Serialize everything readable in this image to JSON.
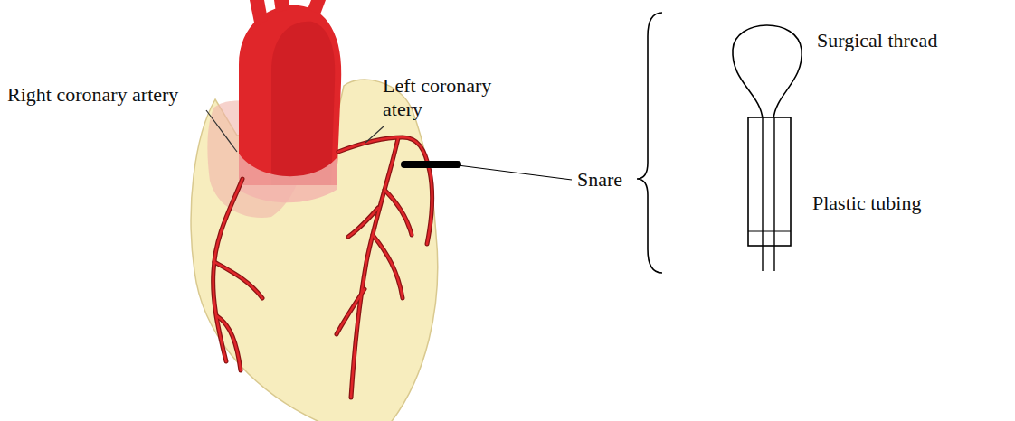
{
  "diagram": {
    "labels": [
      "Left coronary atery",
      "Right coronary artery",
      "Snare",
      "Surgical thread",
      "Plastic tubing"
    ]
  }
}
